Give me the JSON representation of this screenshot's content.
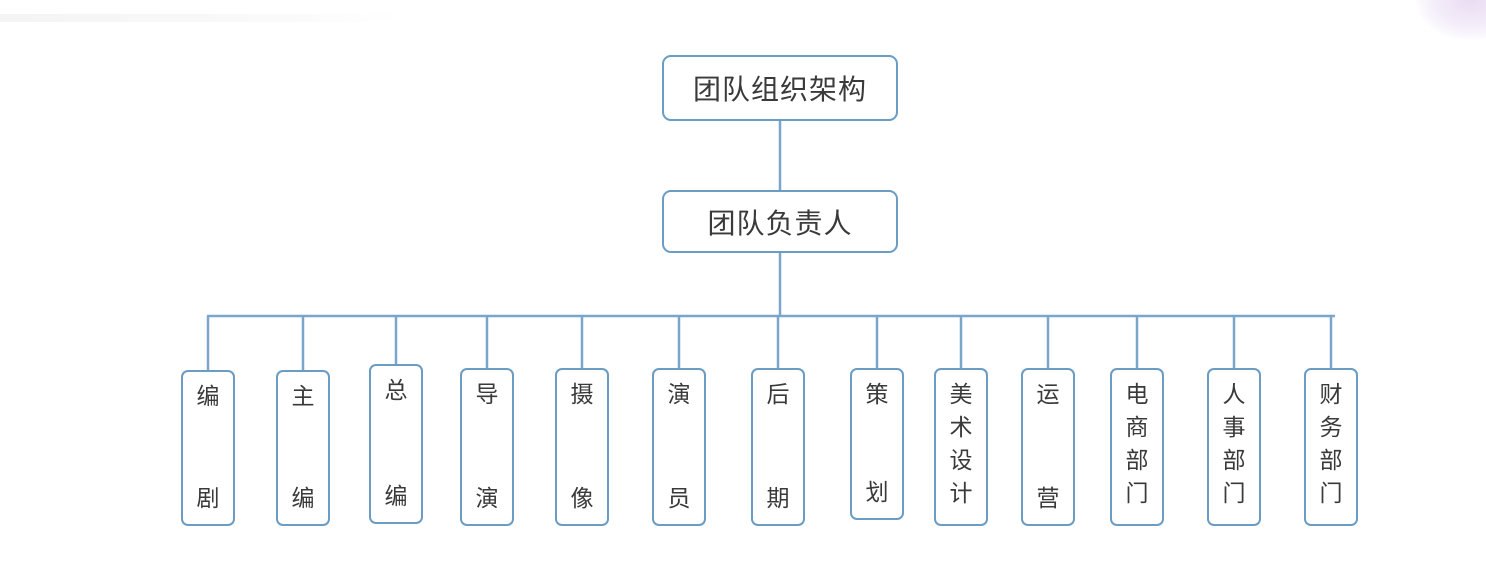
{
  "root": {
    "label": "团队组织架构"
  },
  "lead": {
    "label": "团队负责人"
  },
  "departments": [
    {
      "chars": [
        "编",
        "剧"
      ]
    },
    {
      "chars": [
        "主",
        "编"
      ]
    },
    {
      "chars": [
        "总",
        "编"
      ]
    },
    {
      "chars": [
        "导",
        "演"
      ]
    },
    {
      "chars": [
        "摄",
        "像"
      ]
    },
    {
      "chars": [
        "演",
        "员"
      ]
    },
    {
      "chars": [
        "后",
        "期"
      ]
    },
    {
      "chars": [
        "策",
        "划"
      ]
    },
    {
      "chars": [
        "美",
        "术",
        "设",
        "计"
      ]
    },
    {
      "chars": [
        "运",
        "营"
      ]
    },
    {
      "chars": [
        "电",
        "商",
        "部",
        "门"
      ]
    },
    {
      "chars": [
        "人",
        "事",
        "部",
        "门"
      ]
    },
    {
      "chars": [
        "财",
        "务",
        "部",
        "门"
      ]
    }
  ],
  "colors": {
    "border": "#6b9cc4",
    "line": "#7aa6cc",
    "text": "#3a3a3a"
  }
}
